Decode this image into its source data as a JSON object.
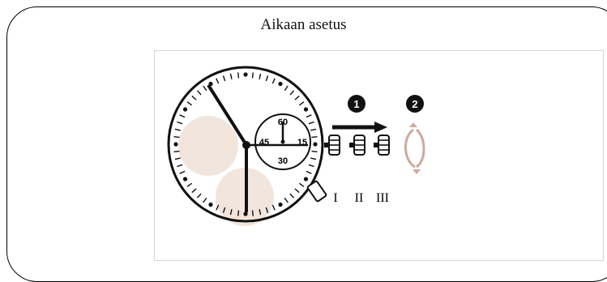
{
  "title": "Aikaan asetus",
  "subdial": {
    "top": "60",
    "right": "15",
    "bottom": "30",
    "left": "45"
  },
  "steps": [
    {
      "number": "1"
    },
    {
      "number": "2"
    }
  ],
  "crown_positions": [
    "I",
    "II",
    "III"
  ],
  "icons": {
    "arrow": "push-arrow-icon",
    "rotate": "rotate-crown-icon"
  },
  "colors": {
    "line": "#111111",
    "shade": "#e8d9cc",
    "rotate": "#cfa999",
    "panel_border": "#d6d6d6"
  }
}
